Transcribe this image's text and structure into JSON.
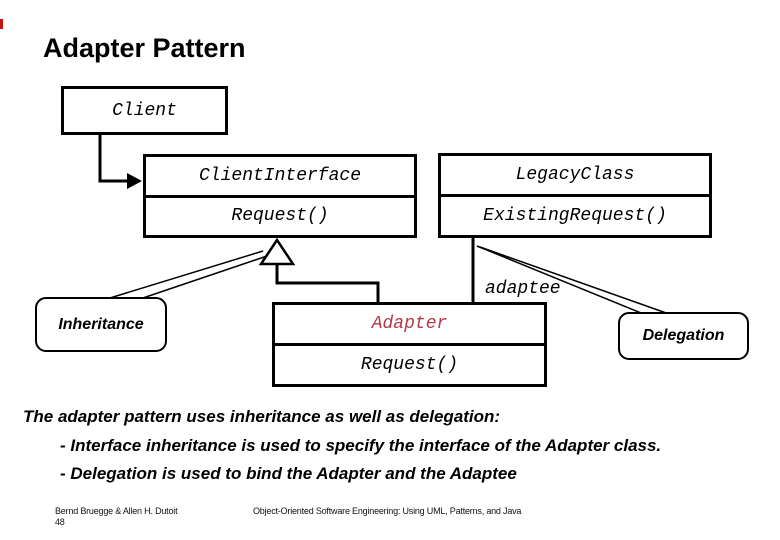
{
  "slide": {
    "title": "Adapter Pattern",
    "edge_mark_color": "#cc1111"
  },
  "diagram": {
    "classes": {
      "client": {
        "name": "Client"
      },
      "client_interface": {
        "name": "ClientInterface",
        "method": "Request()"
      },
      "legacy": {
        "name": "LegacyClass",
        "method": "ExistingRequest()"
      },
      "adapter": {
        "name": "Adapter",
        "method": "Request()",
        "name_color": "#b23a4a"
      }
    },
    "labels": {
      "adaptee": "adaptee"
    },
    "callouts": {
      "inheritance": "Inheritance",
      "delegation": "Delegation"
    }
  },
  "body": {
    "line1": "The adapter pattern uses inheritance as well as delegation:",
    "line2": "- Interface inheritance is used to specify the interface of the Adapter class.",
    "line3": "- Delegation is used to bind the Adapter and the Adaptee"
  },
  "footer": {
    "authors": "Bernd Bruegge & Allen H. Dutoit",
    "page": "48",
    "book": "Object-Oriented Software Engineering: Using UML, Patterns, and Java"
  }
}
